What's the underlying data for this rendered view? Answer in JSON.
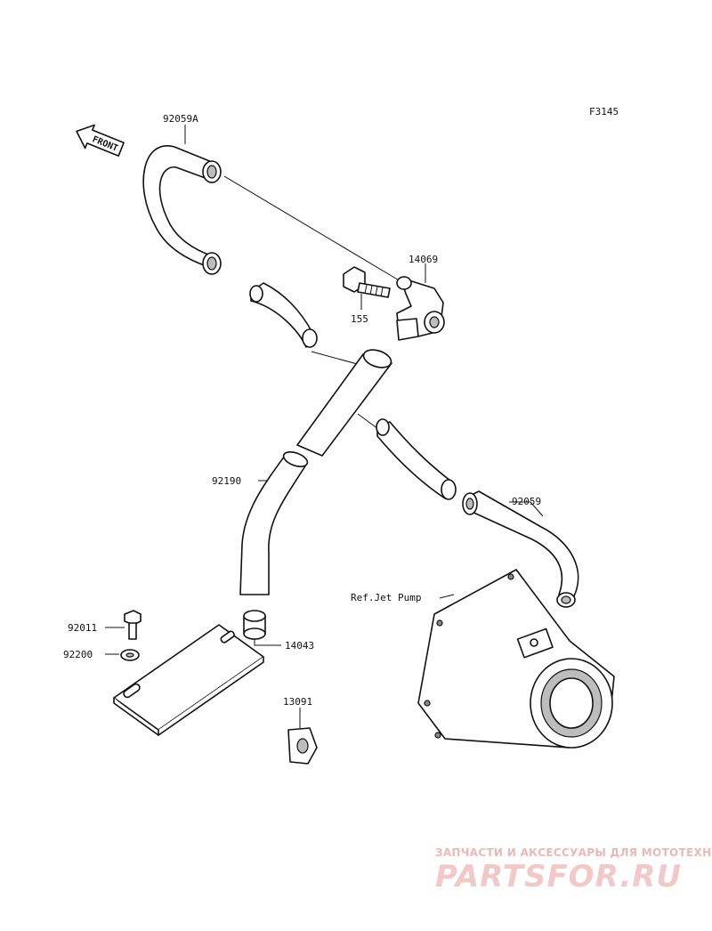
{
  "diagram_code": "F3145",
  "front_arrow_label": "FRONT",
  "ref_note": "Ref.Jet Pump",
  "callouts": {
    "p92059A": "92059A",
    "p14069": "14069",
    "p155": "155",
    "p92190": "92190",
    "p92059": "92059",
    "p92011": "92011",
    "p92200": "92200",
    "p14043": "14043",
    "p13091": "13091"
  },
  "watermark": {
    "tagline": "ЗАПЧАСТИ И АКСЕССУАРЫ ДЛЯ МОТОТЕХНИКИ",
    "brand": "PARTSFOR.RU"
  }
}
